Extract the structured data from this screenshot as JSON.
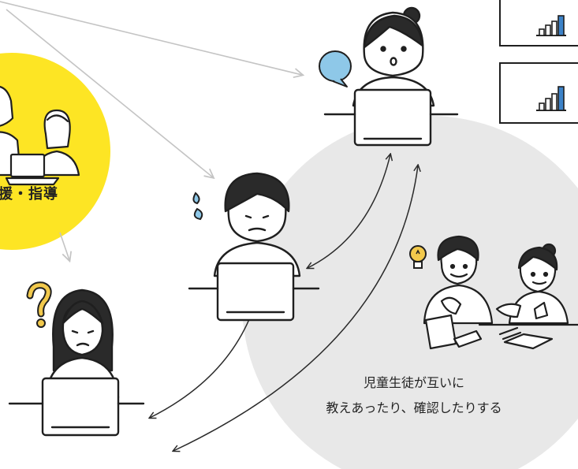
{
  "support_bubble": {
    "label": "援・指導",
    "color": "#fde524"
  },
  "peer_circle": {
    "caption_line1": "児童生徒が互いに",
    "caption_line2": "教えあったり、確認したりする",
    "color": "#e8e8e8"
  },
  "colors": {
    "line": "#1f1f1f",
    "arrow_gray": "#c4c4c4",
    "speech_blue": "#8ec8e8",
    "bar_accent": "#3c82c8",
    "bulb_yellow": "#f2c94c"
  },
  "icons": [
    "question-mark-icon",
    "sweat-drop-icon",
    "speech-bubble-icon",
    "lightbulb-icon",
    "bar-chart-icon"
  ]
}
